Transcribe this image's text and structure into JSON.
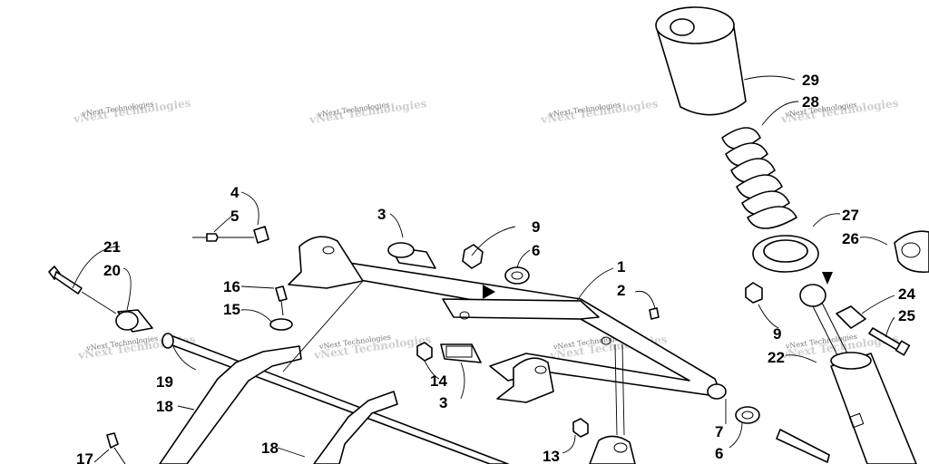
{
  "callouts": [
    {
      "id": "c29",
      "label": "29"
    },
    {
      "id": "c28",
      "label": "28"
    },
    {
      "id": "c27",
      "label": "27"
    },
    {
      "id": "c26",
      "label": "26"
    },
    {
      "id": "c24",
      "label": "24"
    },
    {
      "id": "c25",
      "label": "25"
    },
    {
      "id": "c9a",
      "label": "9"
    },
    {
      "id": "c9b",
      "label": "9"
    },
    {
      "id": "c22",
      "label": "22"
    },
    {
      "id": "c1",
      "label": "1"
    },
    {
      "id": "c2",
      "label": "2"
    },
    {
      "id": "c6a",
      "label": "6"
    },
    {
      "id": "c6b",
      "label": "6"
    },
    {
      "id": "c7",
      "label": "7"
    },
    {
      "id": "c3a",
      "label": "3"
    },
    {
      "id": "c3b",
      "label": "3"
    },
    {
      "id": "c4",
      "label": "4"
    },
    {
      "id": "c5",
      "label": "5"
    },
    {
      "id": "c21",
      "label": "21"
    },
    {
      "id": "c20",
      "label": "20"
    },
    {
      "id": "c16",
      "label": "16"
    },
    {
      "id": "c15",
      "label": "15"
    },
    {
      "id": "c14",
      "label": "14"
    },
    {
      "id": "c13",
      "label": "13"
    },
    {
      "id": "c19",
      "label": "19"
    },
    {
      "id": "c18a",
      "label": "18"
    },
    {
      "id": "c18b",
      "label": "18"
    },
    {
      "id": "c17",
      "label": "17"
    }
  ],
  "watermark": {
    "text": "vNext Technologies"
  }
}
